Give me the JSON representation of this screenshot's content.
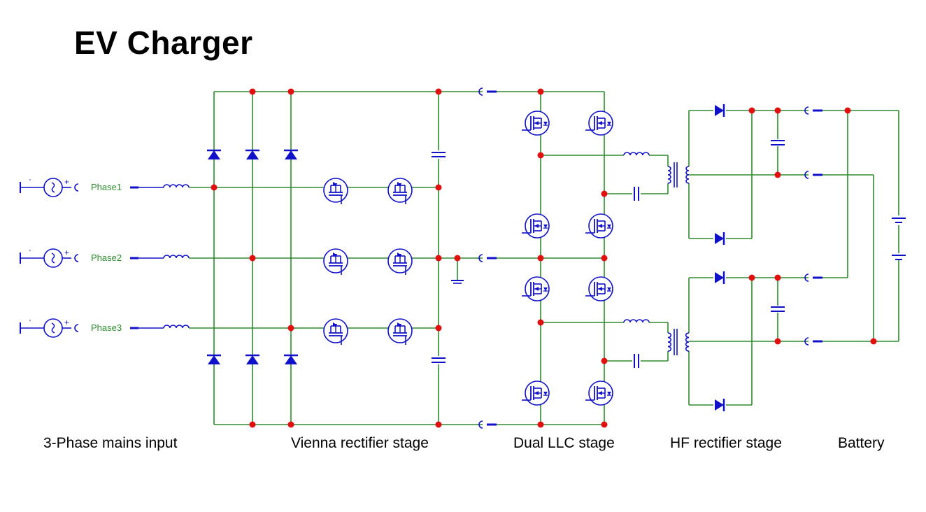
{
  "title": "EV Charger",
  "phases": [
    "Phase1",
    "Phase2",
    "Phase3"
  ],
  "stages": [
    "3-Phase mains input",
    "Vienna rectifier stage",
    "Dual LLC stage",
    "HF rectifier stage",
    "Battery"
  ],
  "colors": {
    "wire": "#2e8b2e",
    "component": "#1010c8",
    "node": "#e01010",
    "label": "#2e8b2e"
  }
}
